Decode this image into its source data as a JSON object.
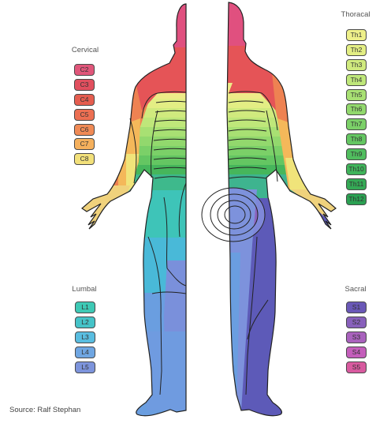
{
  "legend": {
    "cervical": {
      "title": "Cervical",
      "items": [
        {
          "label": "C2",
          "color": "#e0567a"
        },
        {
          "label": "C3",
          "color": "#e14f5e"
        },
        {
          "label": "C4",
          "color": "#e55d4f"
        },
        {
          "label": "C5",
          "color": "#ec6f52"
        },
        {
          "label": "C6",
          "color": "#f08a55"
        },
        {
          "label": "C7",
          "color": "#f5b05c"
        },
        {
          "label": "C8",
          "color": "#f2e07a"
        }
      ]
    },
    "thoracal": {
      "title": "Thoracal",
      "items": [
        {
          "label": "Th1",
          "color": "#eef08a"
        },
        {
          "label": "Th2",
          "color": "#e3ee84"
        },
        {
          "label": "Th3",
          "color": "#d0ea7e"
        },
        {
          "label": "Th4",
          "color": "#bfe77a"
        },
        {
          "label": "Th5",
          "color": "#a8e073"
        },
        {
          "label": "Th6",
          "color": "#92d86d"
        },
        {
          "label": "Th7",
          "color": "#7bd068"
        },
        {
          "label": "Th8",
          "color": "#64c662"
        },
        {
          "label": "Th9",
          "color": "#50bd5e"
        },
        {
          "label": "Th10",
          "color": "#3fb35a"
        },
        {
          "label": "Th11",
          "color": "#34a955"
        },
        {
          "label": "Th12",
          "color": "#2ba052"
        }
      ]
    },
    "lumbal": {
      "title": "Lumbal",
      "items": [
        {
          "label": "L1",
          "color": "#3ec9b5"
        },
        {
          "label": "L2",
          "color": "#45c3c8"
        },
        {
          "label": "L3",
          "color": "#59bde0"
        },
        {
          "label": "L4",
          "color": "#6fa6e2"
        },
        {
          "label": "L5",
          "color": "#7d94dc"
        }
      ]
    },
    "sacral": {
      "title": "Sacral",
      "items": [
        {
          "label": "S1",
          "color": "#6a58b7"
        },
        {
          "label": "S2",
          "color": "#8860bb"
        },
        {
          "label": "S3",
          "color": "#a962bd"
        },
        {
          "label": "S4",
          "color": "#c45ebb"
        },
        {
          "label": "S5",
          "color": "#d85a9f"
        }
      ]
    }
  },
  "source": "Source: Ralf Stephan"
}
